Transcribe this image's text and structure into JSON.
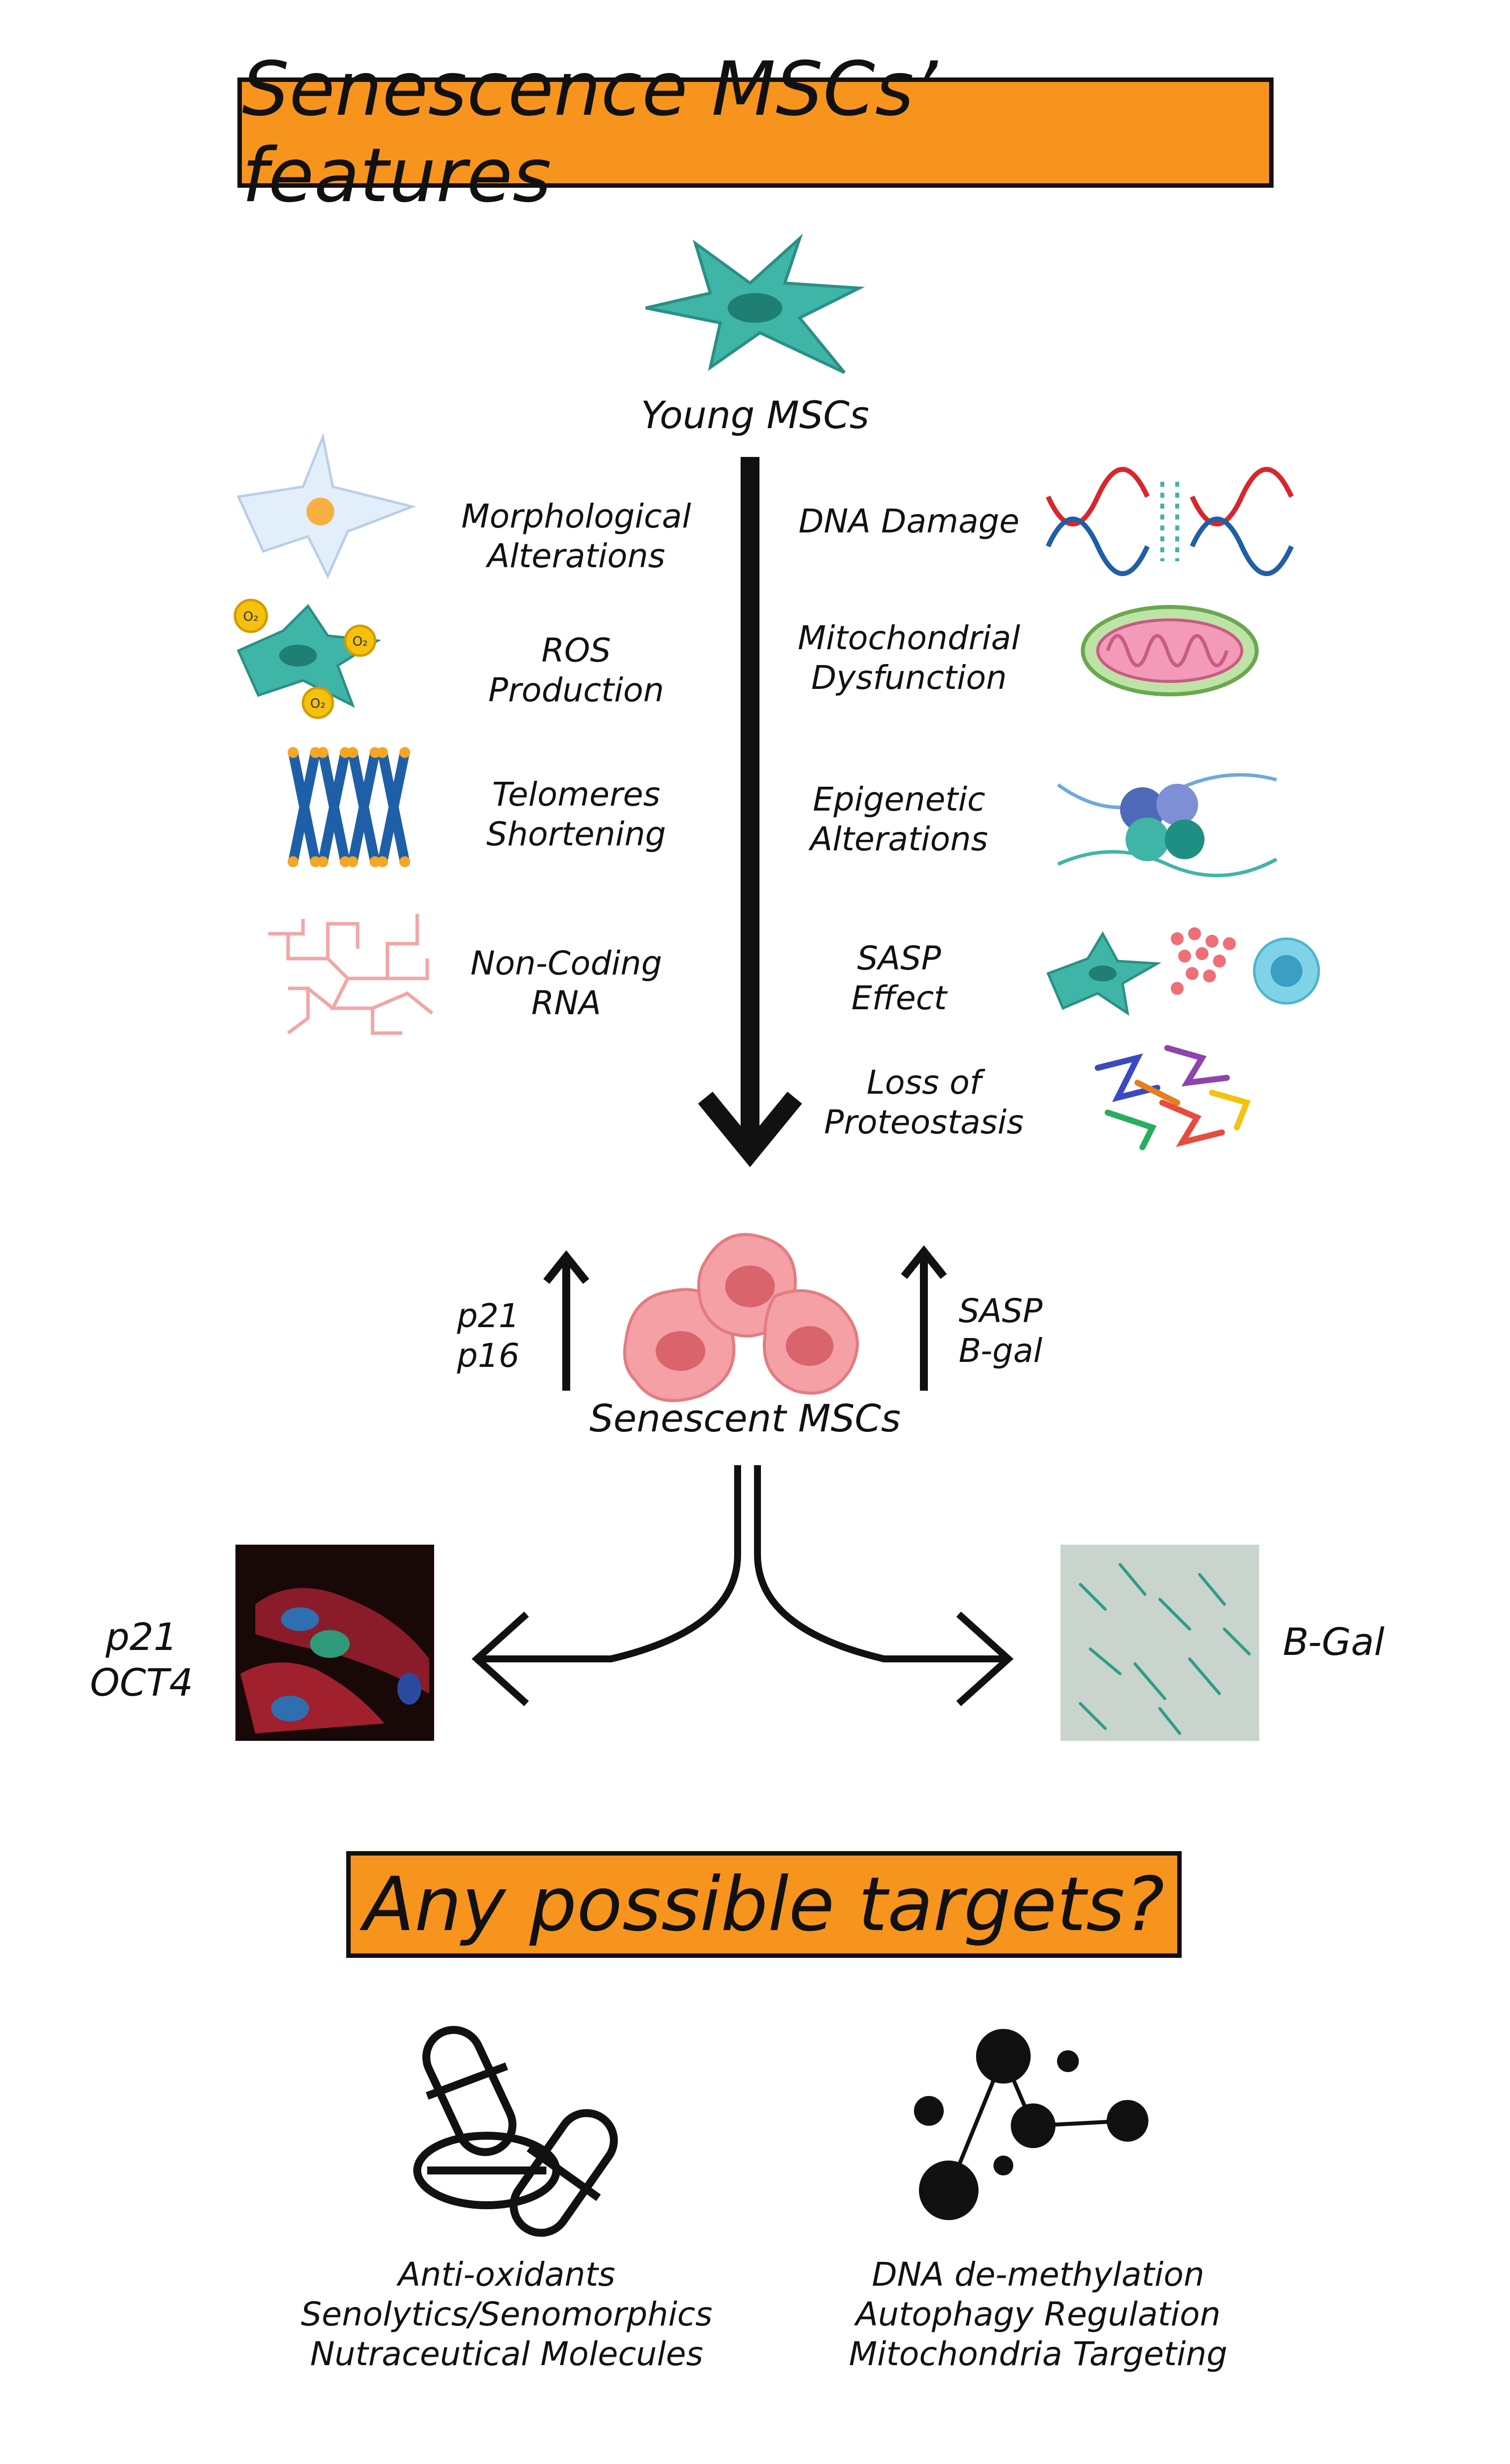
{
  "title": "Senescence MSCs’ features",
  "young_label": "Young MSCs",
  "features_left": [
    {
      "l1": "Morphological",
      "l2": "Alterations"
    },
    {
      "l1": "ROS",
      "l2": "Production"
    },
    {
      "l1": "Telomeres",
      "l2": "Shortening"
    },
    {
      "l1": "Non-Coding",
      "l2": "RNA"
    }
  ],
  "features_right": [
    {
      "l1": "DNA Damage",
      "l2": ""
    },
    {
      "l1": "Mitochondrial",
      "l2": "Dysfunction"
    },
    {
      "l1": "Epigenetic",
      "l2": "Alterations"
    },
    {
      "l1": "SASP",
      "l2": "Effect"
    },
    {
      "l1": "Loss of",
      "l2": "Proteostasis"
    }
  ],
  "ros_badge": "O₂",
  "senescent_label": "Senescent MSCs",
  "markers_left": [
    "p21",
    "p16"
  ],
  "markers_right": [
    "SASP",
    "B-gal"
  ],
  "stain_left": [
    "p21",
    "OCT4"
  ],
  "stain_right": "B-Gal",
  "targets_title": "Any possible targets?",
  "targets_left": [
    "Anti-oxidants",
    "Senolytics/Senomorphics",
    "Nutraceutical Molecules"
  ],
  "targets_right": [
    "DNA de-methylation",
    "Autophagy Regulation",
    "Mitochondria Targeting"
  ],
  "colors": {
    "title_bg": "#f7941d",
    "teal": "#3fb5a8",
    "pink": "#f08080",
    "dna_red": "#d8262d",
    "dna_blue": "#1f5fa8"
  }
}
